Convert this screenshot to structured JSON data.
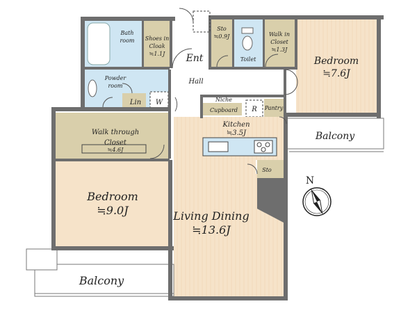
{
  "rooms": {
    "bath": {
      "name": "Bath",
      "name2": "room"
    },
    "shoes": {
      "name": "Shoes in",
      "name2": "Cloak",
      "area": "≒1.1J"
    },
    "entrance": {
      "name": "Ent"
    },
    "sto_top": {
      "name": "Sto",
      "area": "≒0.9J"
    },
    "toilet": {
      "name": "Toilet"
    },
    "walkin": {
      "name": "Walk in",
      "name2": "Closet",
      "area": "≒1.3J"
    },
    "bedroom_right": {
      "name": "Bedroom",
      "area": "≒7.6J"
    },
    "powder": {
      "name": "Powder",
      "name2": "room"
    },
    "lin": {
      "name": "Lin"
    },
    "w": {
      "name": "W"
    },
    "hall": {
      "name": "Hall"
    },
    "niche": {
      "name": "Niche"
    },
    "cupboard": {
      "name": "Cupboard"
    },
    "r": {
      "name": "R"
    },
    "pantry": {
      "name": "Pantry"
    },
    "kitchen": {
      "name": "Kitchen",
      "area": "≒3.5J"
    },
    "balcony_right": {
      "name": "Balcony"
    },
    "walkthrough": {
      "name": "Walk through",
      "name2": "Closet",
      "area": "≒4.6J"
    },
    "sto_kitchen": {
      "name": "Sto"
    },
    "bedroom_left": {
      "name": "Bedroom",
      "area": "≒9.0J"
    },
    "living": {
      "name": "Living Dining",
      "area": "≒13.6J"
    },
    "balcony_bottom": {
      "name": "Balcony"
    }
  },
  "compass": {
    "label": "N"
  },
  "colors": {
    "wood": "#f6e3c9",
    "closet": "#d9cfab",
    "wet": "#cfe6f3",
    "wall": "#6e6e6e",
    "floor": "#ffffff"
  }
}
